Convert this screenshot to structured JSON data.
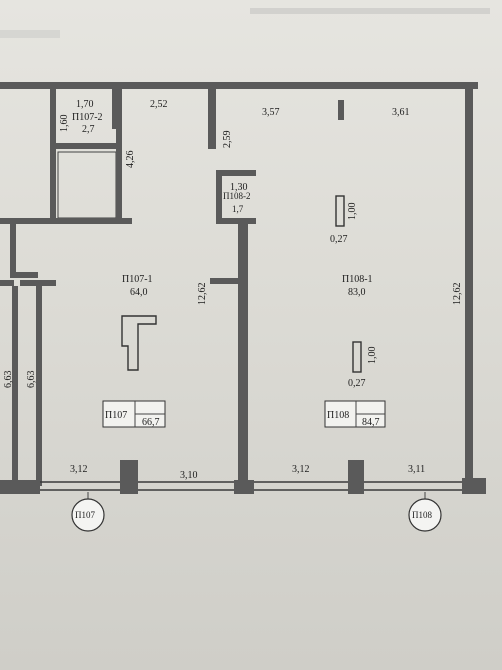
{
  "rooms": {
    "p107_1": {
      "name": "П107-1",
      "area": "64,0"
    },
    "p107_2": {
      "name": "П107-2",
      "area": "2,7"
    },
    "p108_1": {
      "name": "П108-1",
      "area": "83,0"
    },
    "p108_2": {
      "name": "П108-2",
      "area": "1,7"
    }
  },
  "units": {
    "p107": {
      "name": "П107",
      "area": "66,7"
    },
    "p108": {
      "name": "П108",
      "area": "84,7"
    }
  },
  "dimensions": {
    "d_170": "1,70",
    "d_160": "1,60",
    "d_252": "2,52",
    "d_426": "4,26",
    "d_357": "3,57",
    "d_361": "3,61",
    "d_259": "2,59",
    "d_130": "1,30",
    "d_100_top": "1,00",
    "d_027_top": "0,27",
    "d_1262_left": "12,62",
    "d_1262_right": "12,62",
    "d_100_bottom": "1,00",
    "d_027_bottom": "0,27",
    "d_663_a": "6,63",
    "d_663_b": "6,63",
    "d_312_left": "3,12",
    "d_310": "3,10",
    "d_312_right": "3,12",
    "d_311": "3,11"
  },
  "axes": {
    "a107": "П107",
    "a108": "П108"
  }
}
